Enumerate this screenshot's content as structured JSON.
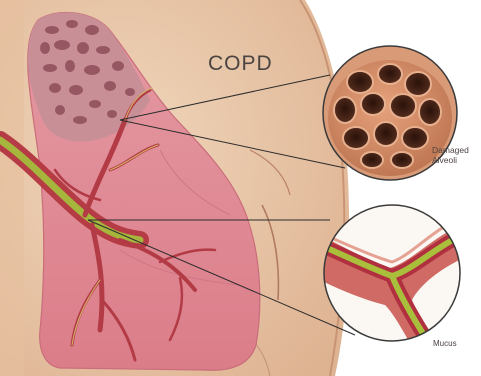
{
  "title": "COPD",
  "labels": {
    "damaged_alveoli_line1": "Damaged",
    "damaged_alveoli_line2": "Alveoli",
    "mucus": "Mucus"
  },
  "colors": {
    "skin": "#e9c7a6",
    "skin_shadow": "#d9a98a",
    "lung_tissue": "#e48c97",
    "emphysema_tissue": "#c98d95",
    "alveoli_wall": "#c9855f",
    "alveoli_cavity": "#3f1f12",
    "airway_red": "#c43d44",
    "mucus": "#aec13e",
    "leader_line": "#2b2b2b"
  }
}
